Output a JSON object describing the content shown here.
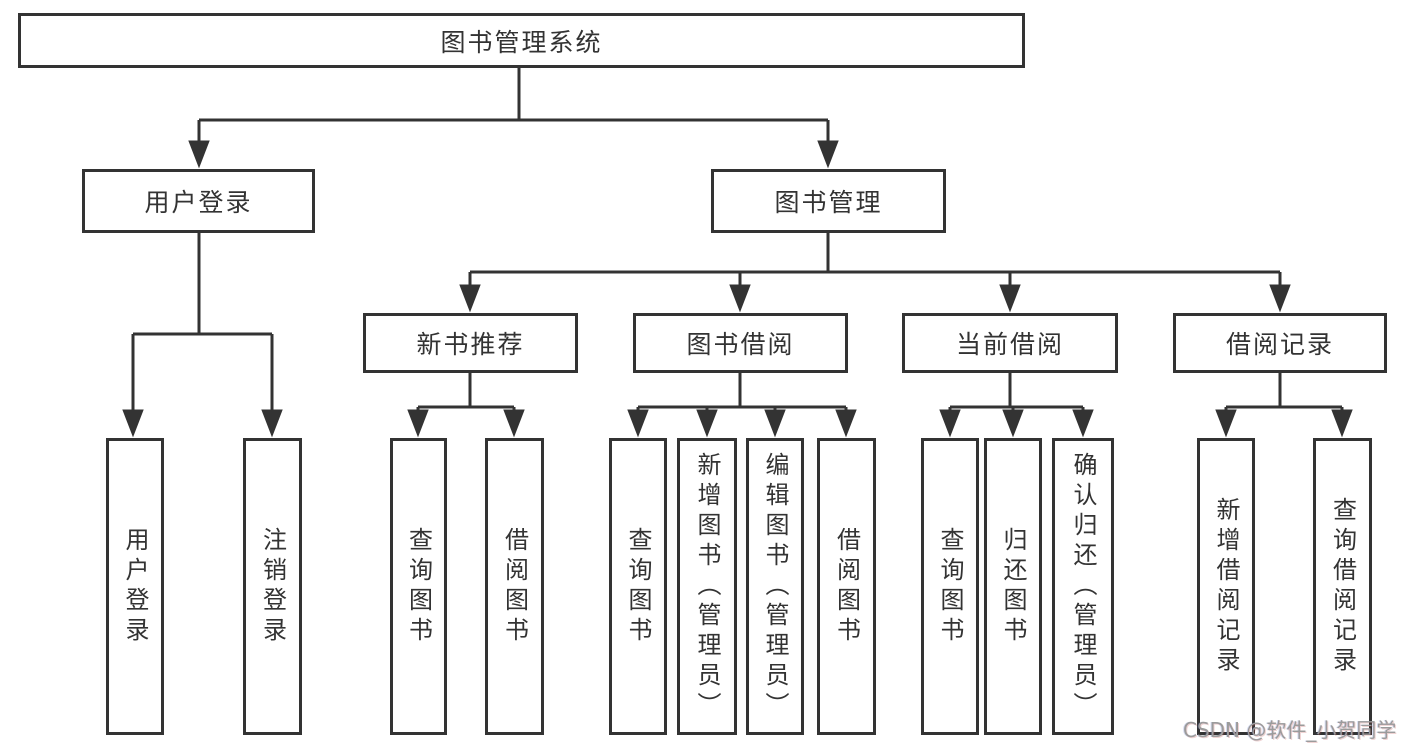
{
  "diagram": {
    "root": {
      "label": "图书管理系统"
    },
    "level2": [
      {
        "label": "用户登录"
      },
      {
        "label": "图书管理"
      }
    ],
    "level3": [
      {
        "label": "新书推荐"
      },
      {
        "label": "图书借阅"
      },
      {
        "label": "当前借阅"
      },
      {
        "label": "借阅记录"
      }
    ],
    "leaves": {
      "user_login": [
        {
          "label": "用户登录"
        },
        {
          "label": "注销登录"
        }
      ],
      "new_book_recommend": [
        {
          "label": "查询图书"
        },
        {
          "label": "借阅图书"
        }
      ],
      "book_borrow": [
        {
          "label": "查询图书"
        },
        {
          "label": "新增图书（管理员）"
        },
        {
          "label": "编辑图书（管理员）"
        },
        {
          "label": "借阅图书"
        }
      ],
      "current_borrow": [
        {
          "label": "查询图书"
        },
        {
          "label": "归还图书"
        },
        {
          "label": "确认归还（管理员）"
        }
      ],
      "borrow_record": [
        {
          "label": "新增借阅记录"
        },
        {
          "label": "查询借阅记录"
        }
      ]
    },
    "colors": {
      "line": "#333333",
      "text": "#333333",
      "background": "#ffffff",
      "watermark": "#9b9b9b"
    }
  },
  "watermark": {
    "text": "CSDN @软件_小贺同学"
  }
}
